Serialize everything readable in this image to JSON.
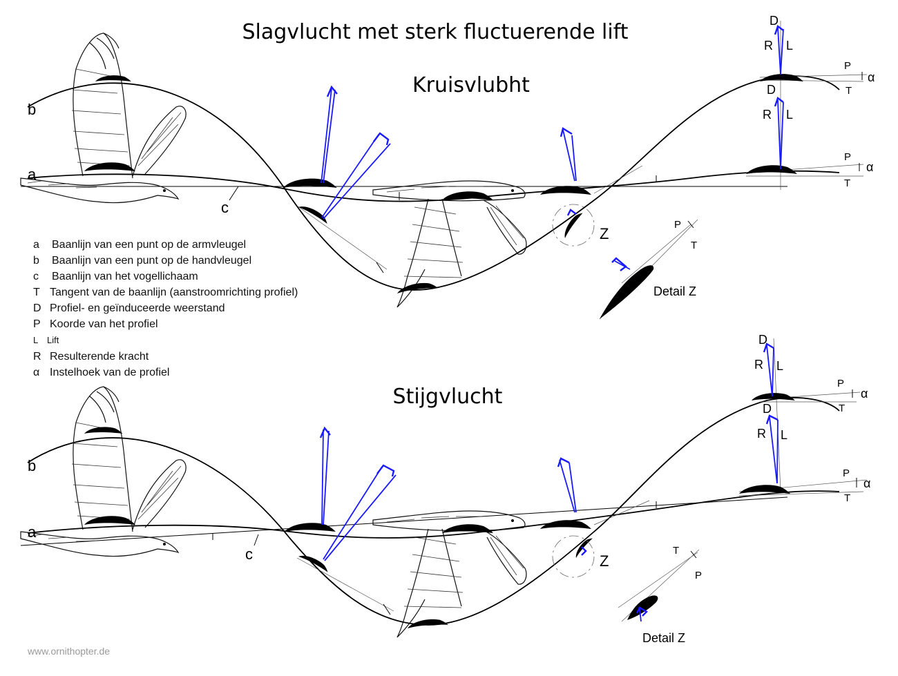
{
  "title": "Slagvlucht met sterk fluctuerende lift",
  "panels": [
    {
      "heading": "Kruisvlubht",
      "curve_labels": [
        "a",
        "b",
        "c"
      ],
      "detail_label": "Z",
      "detail_caption": "Detail Z",
      "force_labels_top": [
        "D",
        "R",
        "L"
      ],
      "force_labels_mid": [
        "D",
        "R",
        "L"
      ],
      "angle_labels_top": [
        "P",
        "T",
        "α"
      ],
      "angle_labels_mid": [
        "P",
        "T",
        "α"
      ],
      "detail_angle_labels": [
        "P",
        "T"
      ]
    },
    {
      "heading": "Stijgvlucht",
      "curve_labels": [
        "a",
        "b",
        "c"
      ],
      "detail_label": "Z",
      "detail_caption": "Detail Z",
      "force_labels_top": [
        "D",
        "R",
        "L"
      ],
      "force_labels_mid": [
        "D",
        "R",
        "L"
      ],
      "angle_labels_top": [
        "P",
        "T",
        "α"
      ],
      "angle_labels_mid": [
        "P",
        "T",
        "α"
      ],
      "detail_angle_labels": [
        "T",
        "P"
      ]
    }
  ],
  "legend": [
    {
      "key": "a",
      "text": "Baanlijn van een punt op de armvleugel"
    },
    {
      "key": "b",
      "text": "Baanlijn van een punt op de handvleugel"
    },
    {
      "key": "c",
      "text": "Baanlijn van het vogellichaam"
    },
    {
      "key": "T",
      "text": "Tangent van de baanlijn (aanstroomrichting profiel)"
    },
    {
      "key": "D",
      "text": "Profiel- en geïnduceerde weerstand"
    },
    {
      "key": "P",
      "text": "Koorde van het profiel"
    },
    {
      "key": "L",
      "text": "Lift"
    },
    {
      "key": "R",
      "text": "Resulterende kracht"
    },
    {
      "key": "α",
      "text": "Instelhoek van de profiel"
    }
  ],
  "credit": "www.ornithopter.de",
  "colors": {
    "force_vectors": "#1a1aff",
    "lines": "#000000",
    "credit": "#9a9a9a"
  }
}
